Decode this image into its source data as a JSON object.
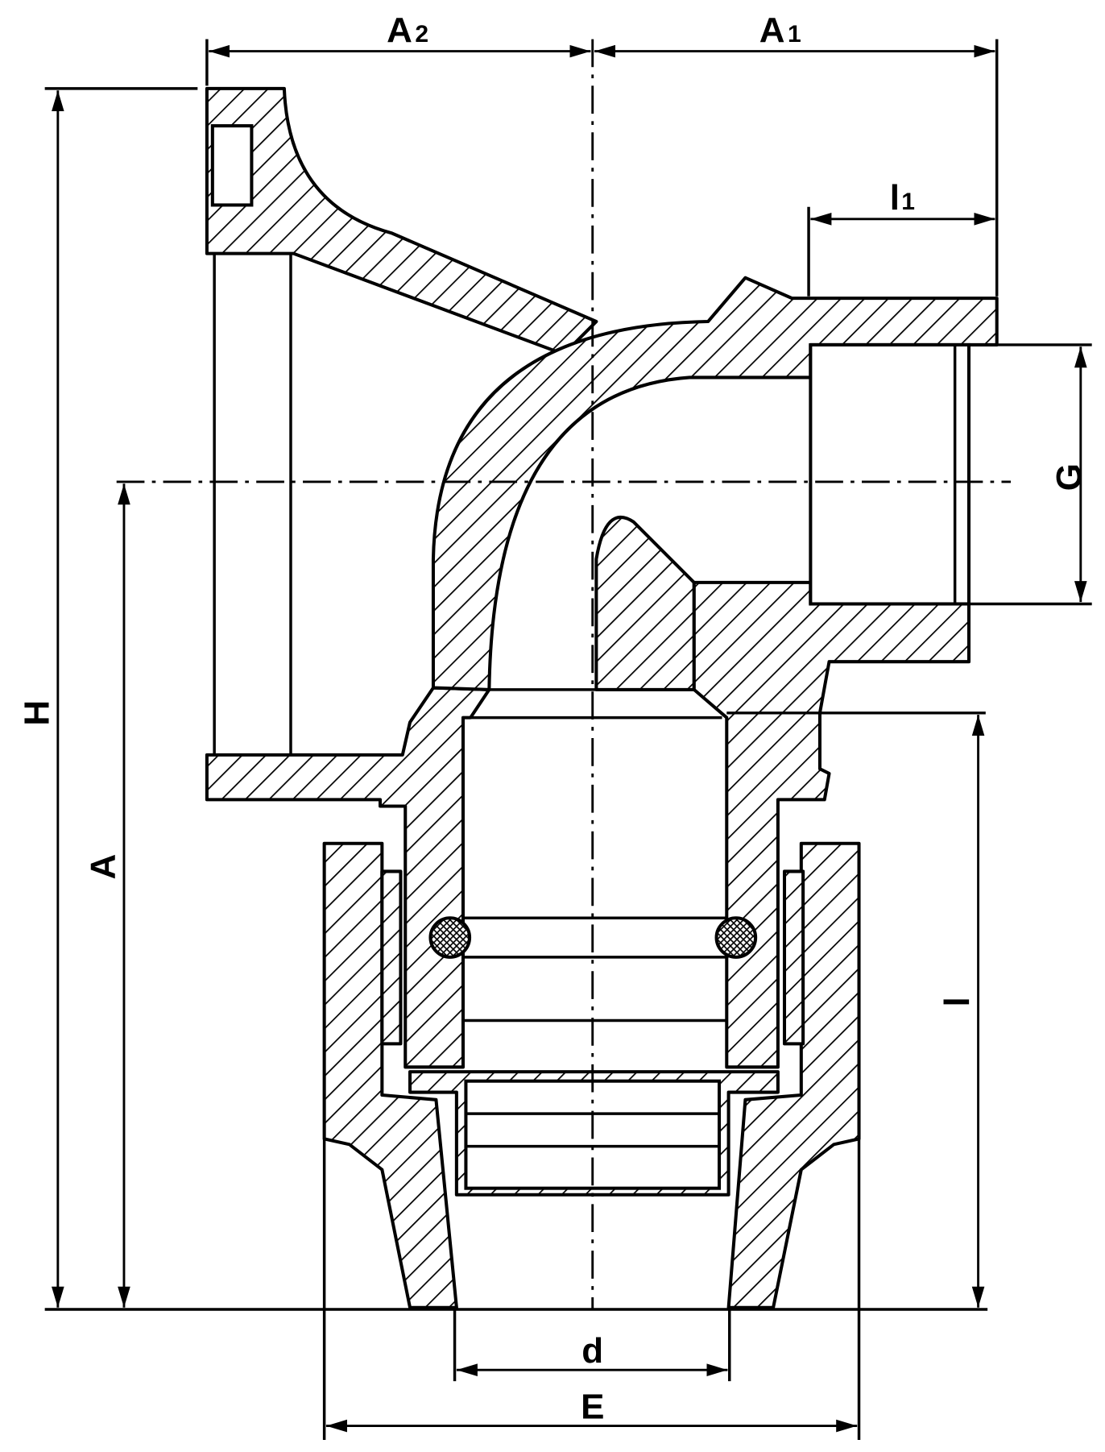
{
  "drawing": {
    "title": "Elbow compression fitting with wall flange and female thread - dimensions",
    "labels": {
      "A2": {
        "main": "A",
        "sub": "2"
      },
      "A1": {
        "main": "A",
        "sub": "1"
      },
      "l1": {
        "main": "l",
        "sub": "1"
      },
      "G": "G",
      "H": "H",
      "A": "A",
      "l": "l",
      "d": "d",
      "E": "E"
    },
    "colors": {
      "ink": "#000000",
      "background": "#ffffff"
    }
  }
}
